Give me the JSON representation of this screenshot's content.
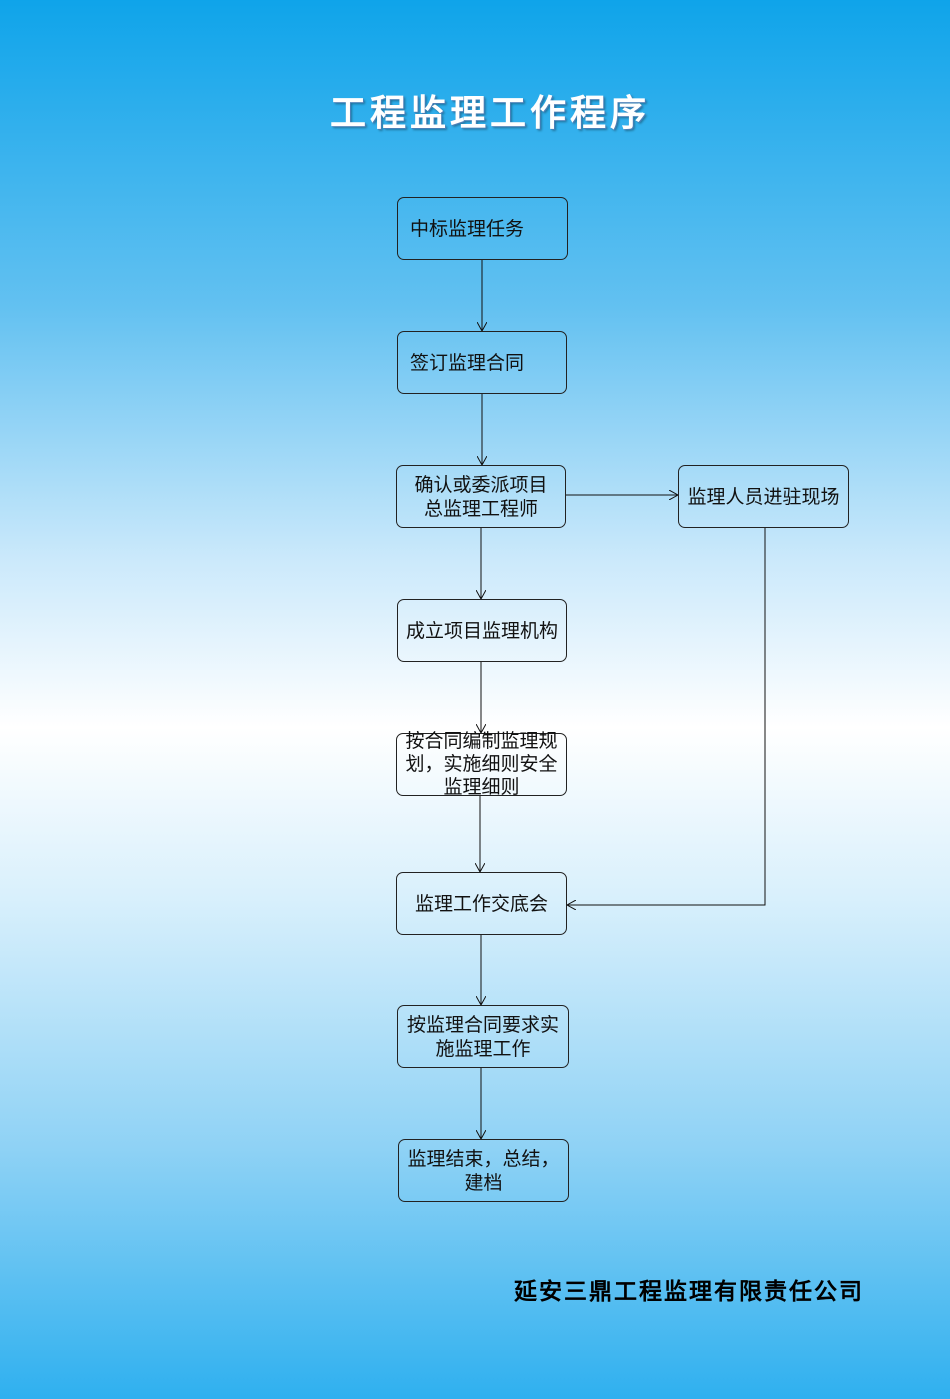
{
  "title": "工程监理工作程序",
  "company": "延安三鼎工程监理有限责任公司",
  "colors": {
    "line": "#111111",
    "title_text": "#ffffff",
    "sky": "#0fa4ea"
  },
  "steps": [
    {
      "id": "s1",
      "label": "中标监理任务"
    },
    {
      "id": "s2",
      "label": "签订监理合同"
    },
    {
      "id": "s3",
      "label": "确认或委派项目总监理工程师"
    },
    {
      "id": "s4",
      "label": "成立项目监理机构"
    },
    {
      "id": "s5",
      "label": "按合同编制监理规划，实施细则安全监理细则"
    },
    {
      "id": "s6",
      "label": "监理工作交底会"
    },
    {
      "id": "s7",
      "label": "按监理合同要求实施监理工作"
    },
    {
      "id": "s8",
      "label": "监理结束，总结，建档"
    }
  ],
  "side_step": {
    "id": "side",
    "label": "监理人员进驻现场"
  },
  "connections": [
    [
      "s1",
      "s2"
    ],
    [
      "s2",
      "s3"
    ],
    [
      "s3",
      "s4"
    ],
    [
      "s4",
      "s5"
    ],
    [
      "s5",
      "s6"
    ],
    [
      "s6",
      "s7"
    ],
    [
      "s7",
      "s8"
    ],
    [
      "s3",
      "side"
    ],
    [
      "side",
      "s6"
    ]
  ]
}
